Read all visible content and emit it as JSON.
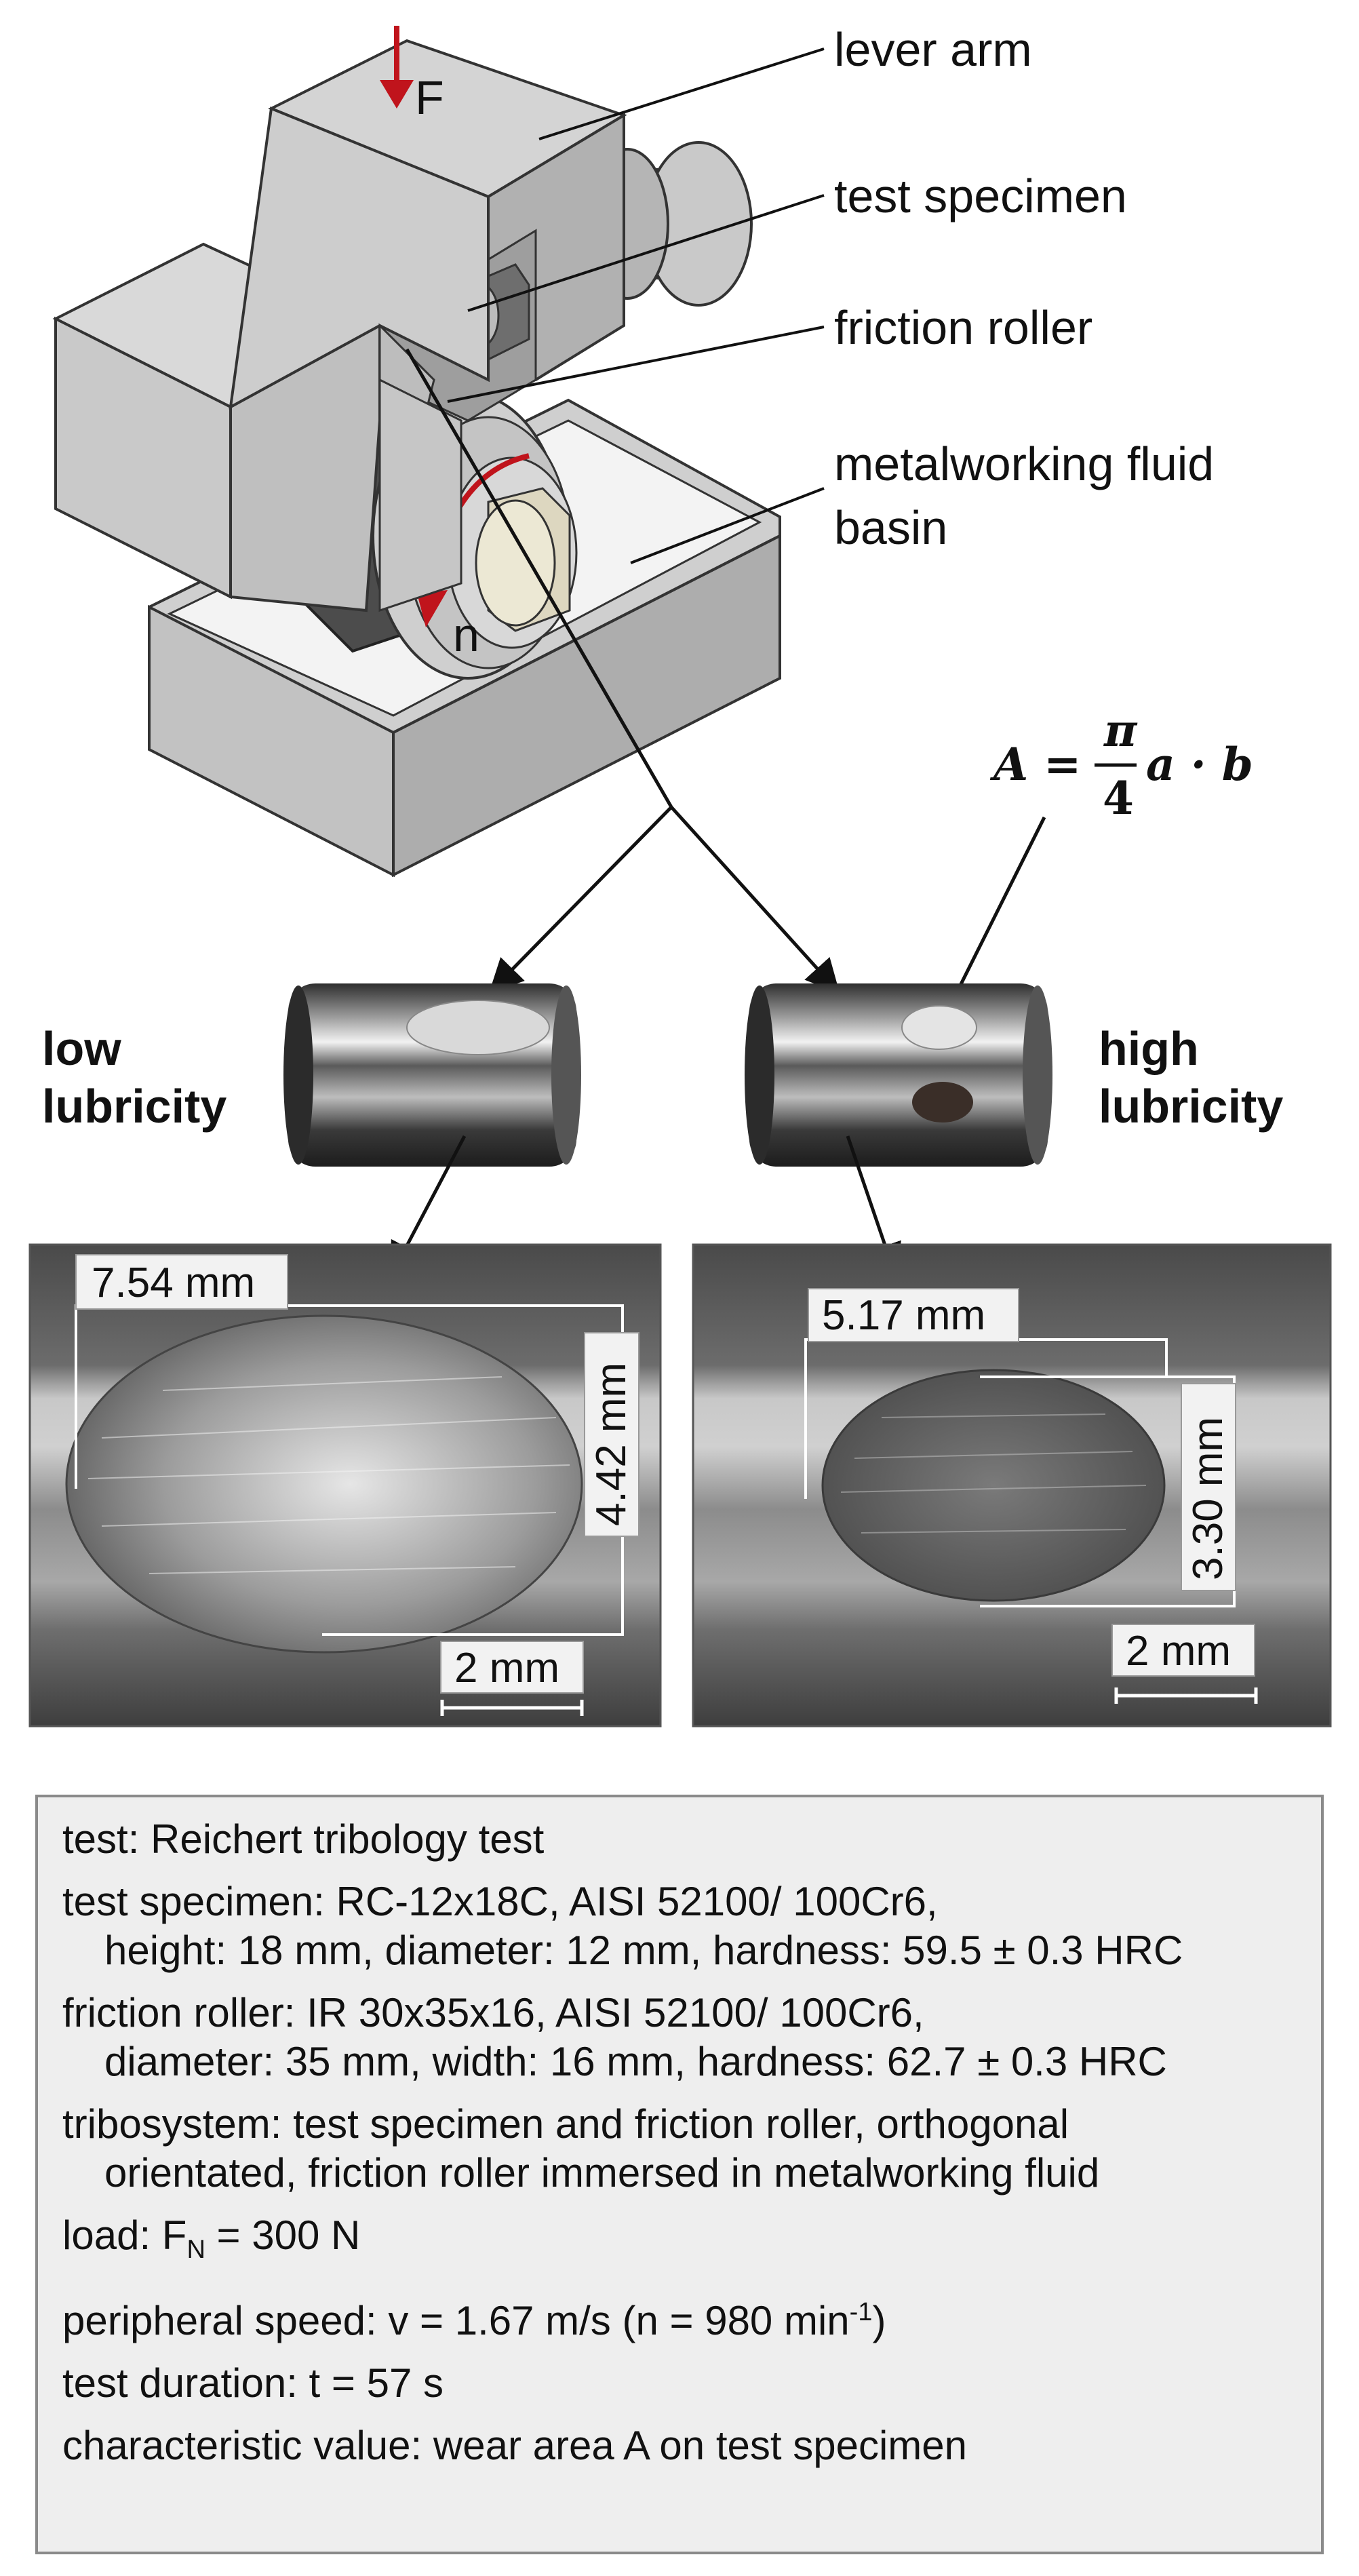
{
  "diagram": {
    "labels": {
      "lever_arm": "lever arm",
      "test_specimen": "test specimen",
      "friction_roller": "friction roller",
      "fluid_basin_line1": "metalworking fluid",
      "fluid_basin_line2": "basin",
      "force": "F",
      "speed": "n"
    },
    "formula": {
      "lhs": "A =",
      "numerator": "π",
      "denominator": "4",
      "rhs": "a · b"
    },
    "low_label": [
      "low",
      "lubricity"
    ],
    "high_label": [
      "high",
      "lubricity"
    ],
    "low_photo": {
      "width": "7.54 mm",
      "height": "4.42 mm",
      "scale": "2 mm"
    },
    "high_photo": {
      "width": "5.17 mm",
      "height": "3.30 mm",
      "scale": "2 mm"
    },
    "colors": {
      "accent_red": "#c0141c",
      "steel": "#d7d7d7",
      "fluid_insert": "#ece8d4"
    }
  },
  "info": {
    "test": "test: Reichert tribology test",
    "specimen_l1": "test specimen: RC-12x18C, AISI 52100/ 100Cr6,",
    "specimen_l2": "height: 18 mm, diameter: 12 mm, hardness: 59.5 ± 0.3 HRC",
    "roller_l1": "friction roller: IR 30x35x16, AISI 52100/ 100Cr6,",
    "roller_l2": "diameter: 35 mm, width: 16 mm, hardness: 62.7 ± 0.3 HRC",
    "tribo_l1": "tribosystem: test specimen and friction roller, orthogonal",
    "tribo_l2": "orientated, friction roller immersed in metalworking fluid",
    "load_prefix": "load: F",
    "load_sub": "N",
    "load_suffix": " = 300 N",
    "speed_prefix": "peripheral speed: v = 1.67 m/s (n = 980 min",
    "speed_sup": "-1",
    "speed_suffix": ")",
    "duration": "test duration: t = 57 s",
    "characteristic": "characteristic value: wear area A on test specimen"
  }
}
